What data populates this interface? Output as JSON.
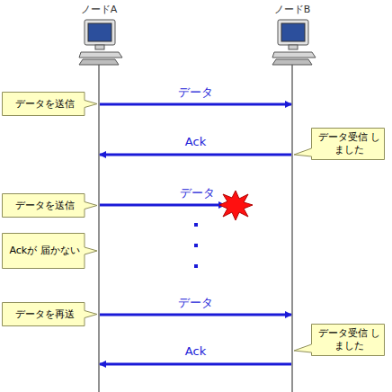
{
  "diagram": {
    "nodes": [
      {
        "text": [
          "ノードA"
        ]
      },
      {
        "text": [
          "ノードB"
        ]
      },
      {
        "text": [
          "データを送信"
        ]
      },
      {
        "text": [
          "データ受信 しました"
        ]
      },
      {
        "text": [
          "データを送信"
        ]
      },
      {
        "text": [
          "Ackが 届かない"
        ]
      },
      {
        "text": [
          "データを再送"
        ]
      },
      {
        "text": [
          "データ受信 しました"
        ]
      }
    ],
    "edges": [
      {
        "from": 0,
        "to": 1,
        "label": "データ",
        "arrow": "to"
      },
      {
        "from": 1,
        "to": 0,
        "label": "Ack",
        "arrow": "to"
      },
      {
        "from": 0,
        "to": 1,
        "label": "データ",
        "arrow": "to"
      },
      {
        "from": 1,
        "to": 0,
        "label": "Ack",
        "arrow": "to"
      }
    ],
    "labels": [
      "データ"
    ]
  }
}
